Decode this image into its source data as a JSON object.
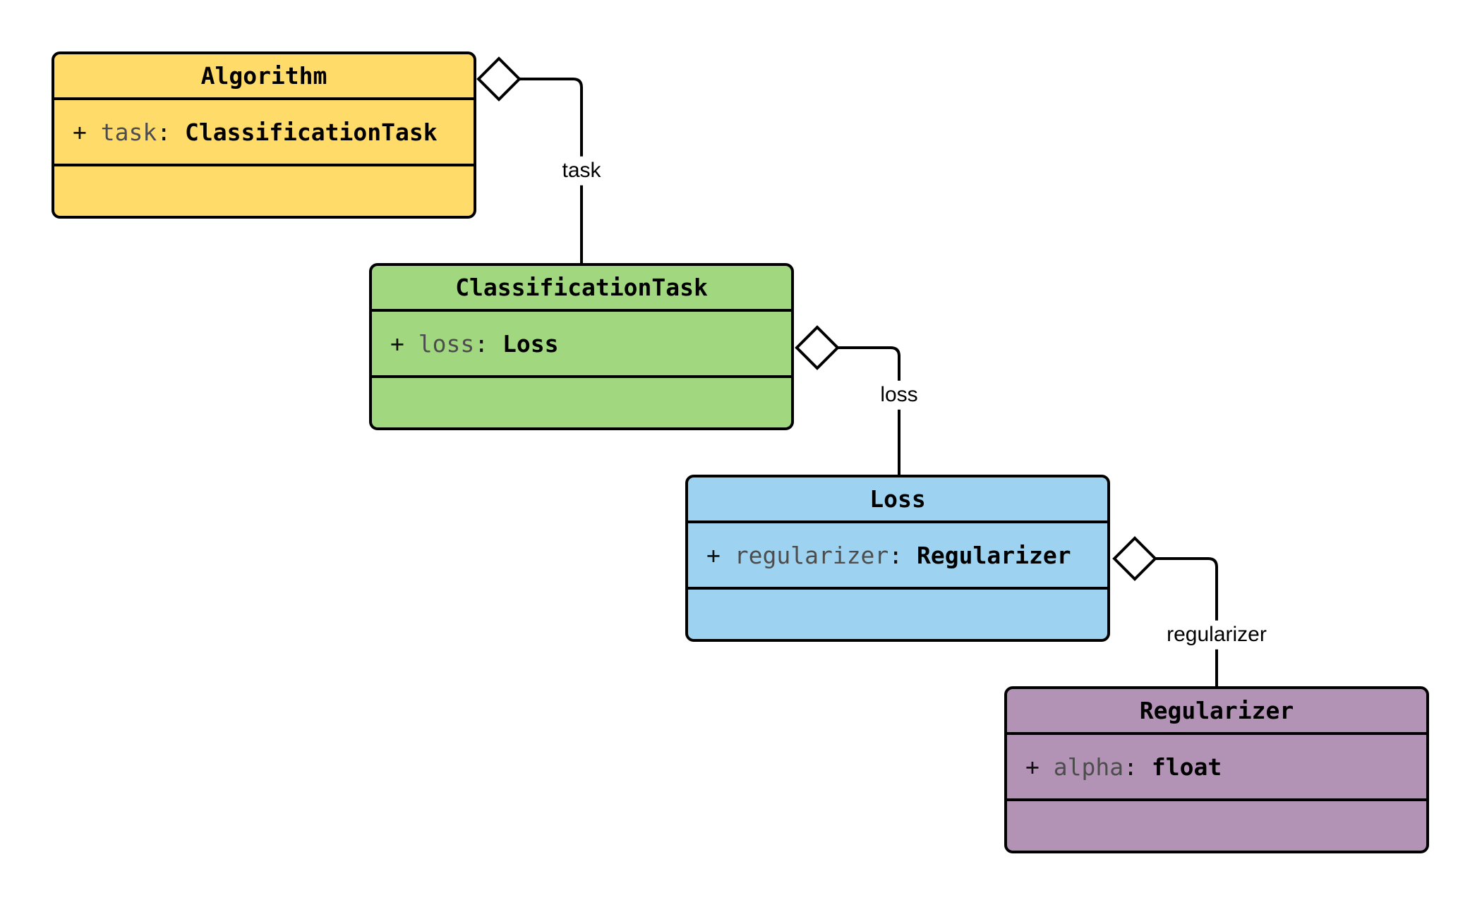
{
  "diagram": {
    "background": "#ffffff",
    "stroke_color": "#000000",
    "edge_label_color": "#000000",
    "attribute_name_color": "#4d4d4d",
    "icons": {
      "aggregation": "open-diamond-icon"
    }
  },
  "classes": [
    {
      "name": "Algorithm",
      "fill": "#FFDB69",
      "attributes": [
        {
          "visibility": "+ ",
          "name": "task",
          "sep": ": ",
          "type": "ClassificationTask"
        }
      ]
    },
    {
      "name": "ClassificationTask",
      "fill": "#A1D77E",
      "attributes": [
        {
          "visibility": "+ ",
          "name": "loss",
          "sep": ": ",
          "type": "Loss"
        }
      ]
    },
    {
      "name": "Loss",
      "fill": "#9DD3F0",
      "attributes": [
        {
          "visibility": "+ ",
          "name": "regularizer",
          "sep": ": ",
          "type": "Regularizer"
        }
      ]
    },
    {
      "name": "Regularizer",
      "fill": "#B293B5",
      "attributes": [
        {
          "visibility": "+ ",
          "name": "alpha",
          "sep": ": ",
          "type": "float"
        }
      ]
    }
  ],
  "edges": [
    {
      "label": "task",
      "from": "Algorithm",
      "to": "ClassificationTask",
      "kind": "aggregation"
    },
    {
      "label": "loss",
      "from": "ClassificationTask",
      "to": "Loss",
      "kind": "aggregation"
    },
    {
      "label": "regularizer",
      "from": "Loss",
      "to": "Regularizer",
      "kind": "aggregation"
    }
  ]
}
